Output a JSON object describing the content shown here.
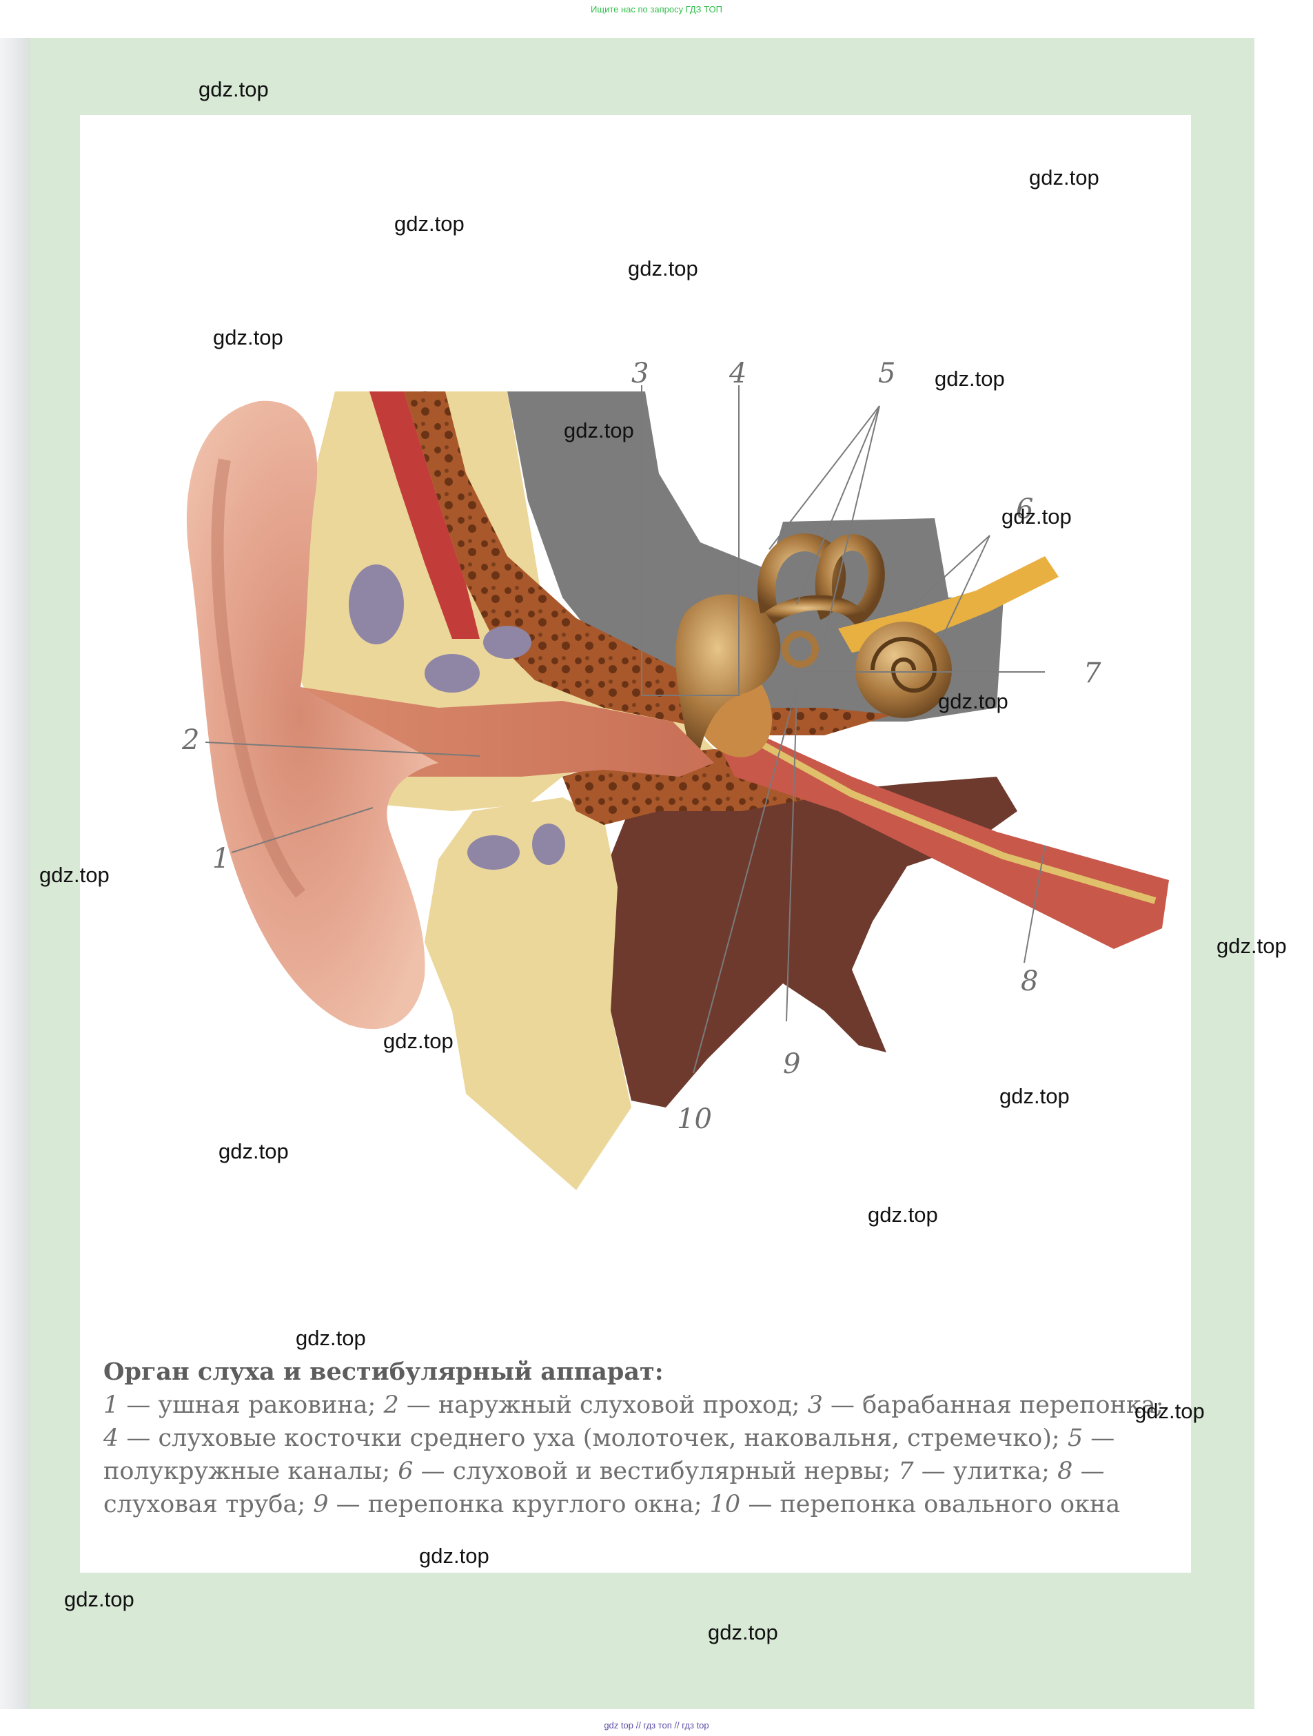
{
  "top_banner": "Ищите нас по запросу ГДЗ ТОП",
  "bottom_banner": "gdz top  //  гдз топ  //  гдз top",
  "watermark": "gdz.top",
  "figure": {
    "labels": {
      "l1": "1",
      "l2": "2",
      "l3": "3",
      "l4": "4",
      "l5": "5",
      "l6": "6",
      "l7": "7",
      "l8": "8",
      "l9": "9",
      "l10": "10"
    }
  },
  "caption": {
    "title": "Орган слуха и вестибулярный аппарат:",
    "items": [
      {
        "num": "1",
        "text": " — ушная раковина; "
      },
      {
        "num": "2",
        "text": " — наружный слуховой проход; "
      },
      {
        "num": "3",
        "text": " — барабанная перепонка; "
      },
      {
        "num": "4",
        "text": " — слуховые косточки среднего уха (молоточек, наковальня, стремечко); "
      },
      {
        "num": "5",
        "text": " — полукружные каналы; "
      },
      {
        "num": "6",
        "text": " — слуховой и вестибулярный нервы; "
      },
      {
        "num": "7",
        "text": " — улитка; "
      },
      {
        "num": "8",
        "text": " — слуховая труба; "
      },
      {
        "num": "9",
        "text": " — перепонка круглого окна; "
      },
      {
        "num": "10",
        "text": " — перепонка овального окна"
      }
    ]
  },
  "colors": {
    "page": "#d8e9d6",
    "banner_top": "#2fbf4a",
    "banner_bottom": "#5a4da8",
    "caption_text": "#6f6f6f"
  }
}
